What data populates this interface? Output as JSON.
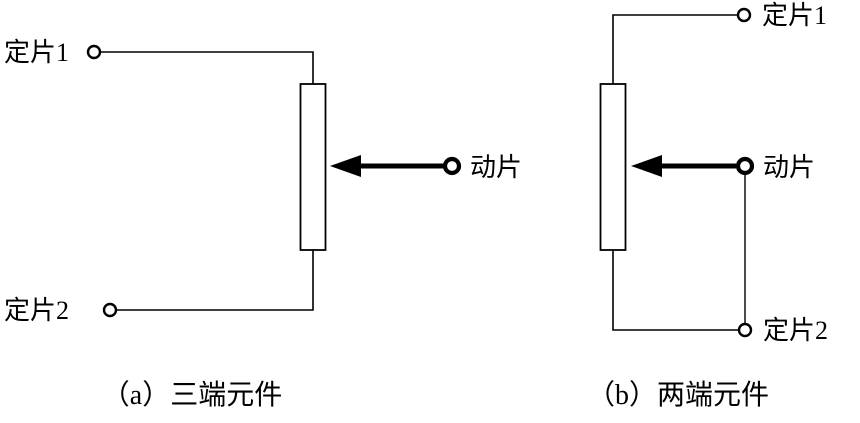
{
  "figure": {
    "background_color": "#ffffff",
    "line_color": "#000000",
    "type": "potentiometer-terminal-diagrams"
  },
  "diagram_a": {
    "caption": "（a）三端元件",
    "labels": {
      "fixed1": "定片1",
      "fixed2": "定片2",
      "wiper": "动片"
    }
  },
  "diagram_b": {
    "caption": "（b）两端元件",
    "labels": {
      "fixed1": "定片1",
      "fixed2": "定片2",
      "wiper": "动片"
    }
  }
}
